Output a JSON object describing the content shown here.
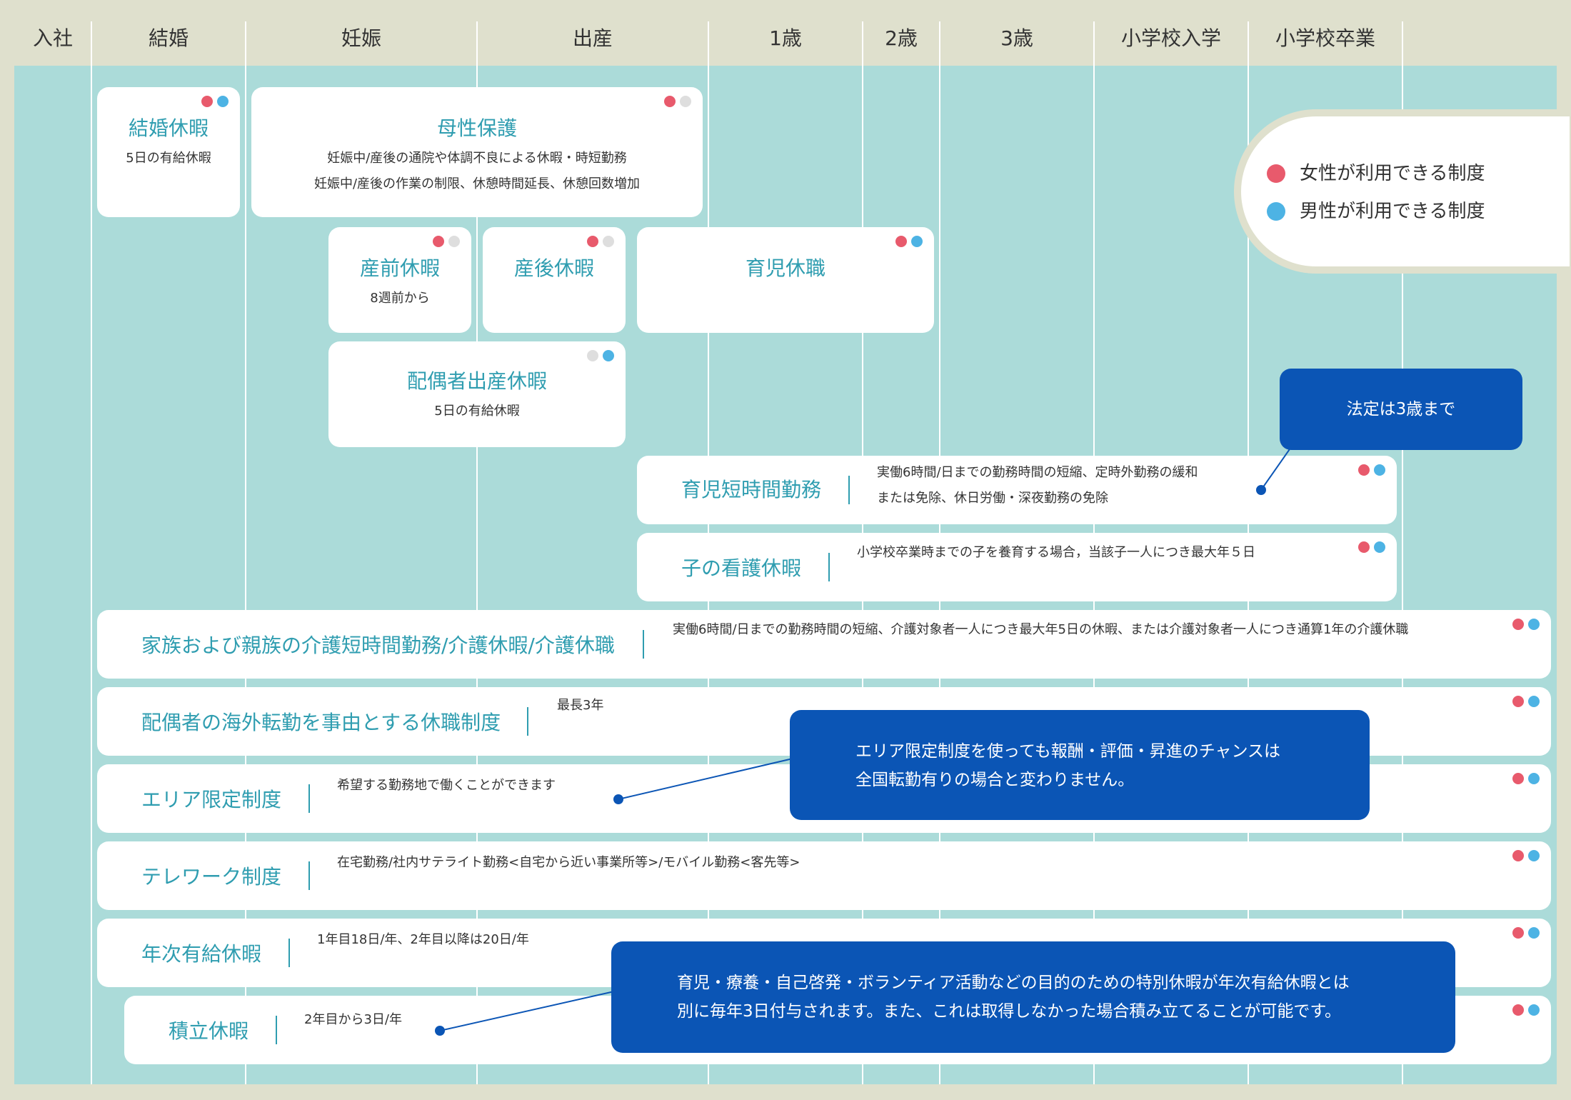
{
  "timeline": [
    "入社",
    "結婚",
    "妊娠",
    "出産",
    "1歳",
    "2歳",
    "3歳",
    "小学校入学",
    "小学校卒業"
  ],
  "legend": {
    "female": "女性が利用できる制度",
    "male": "男性が利用できる制度"
  },
  "colors": {
    "female": "#e85a6c",
    "male": "#4db3e4",
    "title": "#2f9db0",
    "callout": "#0b55b5",
    "teal": "#abdbd9",
    "frame": "#dfe0cd"
  },
  "cards": {
    "marriage": {
      "title": "結婚休暇",
      "sub": "5日の有給休暇"
    },
    "maternity": {
      "title": "母性保護",
      "sub1": "妊娠中/産後の通院や体調不良による休暇・時短勤務",
      "sub2": "妊娠中/産後の作業の制限、休憩時間延長、休憩回数増加"
    },
    "prenatal": {
      "title": "産前休暇",
      "sub": "8週前から"
    },
    "postnatal": {
      "title": "産後休暇"
    },
    "childcare": {
      "title": "育児休職"
    },
    "spouse_birth": {
      "title": "配偶者出産休暇",
      "sub": "5日の有給休暇"
    }
  },
  "rows": {
    "short_time": {
      "title": "育児短時間勤務",
      "desc1": "実働6時間/日までの勤務時間の短縮、定時外勤務の緩和",
      "desc2": "または免除、休日労働・深夜勤務の免除"
    },
    "child_nursing": {
      "title": "子の看護休暇",
      "desc": "小学校卒業時までの子を養育する場合，当該子一人につき最大年５日"
    },
    "family_care": {
      "title": "家族および親族の介護短時間勤務/介護休暇/介護休職",
      "desc": "実働6時間/日までの勤務時間の短縮、介護対象者一人につき最大年5日の休暇、または介護対象者一人につき通算1年の介護休職"
    },
    "spouse_abroad": {
      "title": "配偶者の海外転勤を事由とする休職制度",
      "desc": "最長3年"
    },
    "area_limited": {
      "title": "エリア限定制度",
      "desc": "希望する勤務地で働くことができます"
    },
    "telework": {
      "title": "テレワーク制度",
      "desc": "在宅勤務/社内サテライト勤務<自宅から近い事業所等>/モバイル勤務<客先等>"
    },
    "annual_leave": {
      "title": "年次有給休暇",
      "desc": "1年目18日/年、2年目以降は20日/年"
    },
    "accumulated": {
      "title": "積立休暇",
      "desc": "2年目から3日/年"
    }
  },
  "callouts": {
    "legal": "法定は3歳まで",
    "area1": "エリア限定制度を使っても報酬・評価・昇進のチャンスは",
    "area2": "全国転勤有りの場合と変わりません。",
    "special1": "育児・療養・自己啓発・ボランティア活動などの目的のための特別休暇が年次有給休暇とは",
    "special2": "別に毎年3日付与されます。また、これは取得しなかった場合積み立てることが可能です。"
  }
}
